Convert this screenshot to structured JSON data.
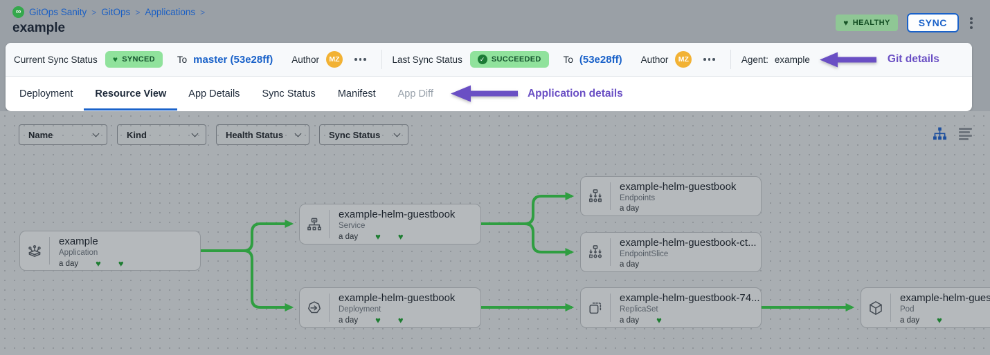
{
  "breadcrumb": {
    "items": [
      "GitOps Sanity",
      "GitOps",
      "Applications"
    ]
  },
  "page": {
    "title": "example"
  },
  "header": {
    "health_badge": "HEALTHY",
    "sync_button": "SYNC"
  },
  "status_bar": {
    "current": {
      "label": "Current Sync Status",
      "badge": "SYNCED",
      "to_label": "To",
      "target": "master (53e28ff)",
      "author_label": "Author",
      "author_initials": "MZ"
    },
    "last": {
      "label": "Last Sync Status",
      "badge": "SUCCEEDED",
      "to_label": "To",
      "target": "(53e28ff)",
      "author_label": "Author",
      "author_initials": "MZ"
    },
    "agent": {
      "label": "Agent:",
      "value": "example"
    }
  },
  "annotations": {
    "git_details": "Git details",
    "application_details": "Application details"
  },
  "tabs": {
    "items": [
      {
        "label": "Deployment"
      },
      {
        "label": "Resource View"
      },
      {
        "label": "App Details"
      },
      {
        "label": "Sync Status"
      },
      {
        "label": "Manifest"
      },
      {
        "label": "App Diff"
      }
    ]
  },
  "filters": [
    {
      "label": "Name"
    },
    {
      "label": "Kind"
    },
    {
      "label": "Health Status"
    },
    {
      "label": "Sync Status"
    }
  ],
  "graph": {
    "nodes": [
      {
        "name": "example",
        "kind": "Application",
        "age": "a day",
        "hearts": 2
      },
      {
        "name": "example-helm-guestbook",
        "kind": "Service",
        "age": "a day",
        "hearts": 2
      },
      {
        "name": "example-helm-guestbook",
        "kind": "Deployment",
        "age": "a day",
        "hearts": 2
      },
      {
        "name": "example-helm-guestbook",
        "kind": "Endpoints",
        "age": "a day",
        "hearts": 0
      },
      {
        "name": "example-helm-guestbook-ct...",
        "kind": "EndpointSlice",
        "age": "a day",
        "hearts": 0
      },
      {
        "name": "example-helm-guestbook-74...",
        "kind": "ReplicaSet",
        "age": "a day",
        "hearts": 1
      },
      {
        "name": "example-helm-guest",
        "kind": "Pod",
        "age": "a day",
        "hearts": 1
      }
    ]
  },
  "icons": {
    "logo_glyph": "∞",
    "heart": "♥",
    "check": "✓"
  },
  "colors": {
    "accent_blue": "#1a62c9",
    "pill_green_bg": "#90e29c",
    "health_green": "#1b7a35",
    "annotation_purple": "#6a4fc4",
    "edge_green": "#2f9e41",
    "avatar_orange": "#f2b234",
    "canvas_grey": "#a9aeb2"
  }
}
